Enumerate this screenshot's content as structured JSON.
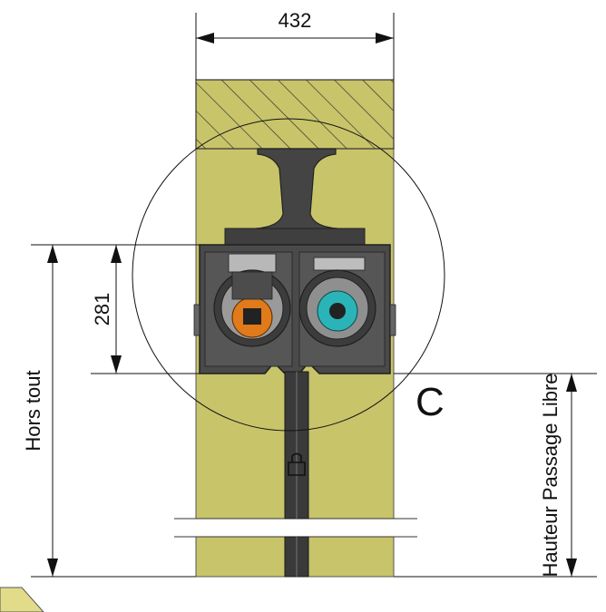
{
  "dimensions": {
    "width_label": "432",
    "height_label": "281",
    "overall_label": "Hors tout",
    "clear_height_label": "Hauteur Passage Libre"
  },
  "detail_label": "C",
  "colors": {
    "wall": "#c8c46a",
    "hatch": "#2b2b2b",
    "steel": "#3a3a3a",
    "housing": "#4a4a4a",
    "reel_left": "#e07a1a",
    "reel_right": "#2ab4b8",
    "bracket": "#b8b8b8"
  }
}
